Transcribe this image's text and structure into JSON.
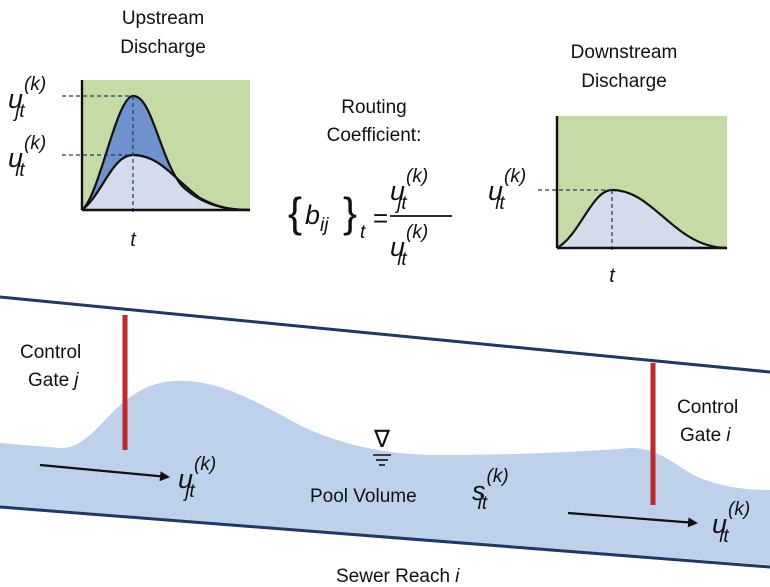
{
  "upstream": {
    "title_line1": "Upstream",
    "title_line2": "Discharge",
    "u_jt": {
      "base": "u",
      "sub": "jt",
      "sup": "(k)"
    },
    "u_it": {
      "base": "u",
      "sub": "it",
      "sup": "(k)"
    },
    "t_label": "t"
  },
  "routing": {
    "label_line1": "Routing",
    "label_line2": "Coefficient:",
    "lhs_base": "b",
    "lhs_sub": "ij",
    "lhs_outer_sub": "t",
    "equals": "=",
    "numerator": {
      "base": "u",
      "sub": "jt",
      "sup": "(k)"
    },
    "denominator": {
      "base": "u",
      "sub": "it",
      "sup": "(k)"
    }
  },
  "downstream": {
    "title_line1": "Downstream",
    "title_line2": "Discharge",
    "u_it": {
      "base": "u",
      "sub": "it",
      "sup": "(k)"
    },
    "t_label": "t"
  },
  "reach": {
    "gate_j_line1": "Control",
    "gate_j_line2": "Gate",
    "gate_j_var": "j",
    "gate_i_line1": "Control",
    "gate_i_line2": "Gate",
    "gate_i_var": "i",
    "inflow": {
      "base": "u",
      "sub": "jt",
      "sup": "(k)"
    },
    "outflow": {
      "base": "u",
      "sub": "it",
      "sup": "(k)"
    },
    "storage": {
      "base": "s",
      "sub": "it",
      "sup": "(k)"
    },
    "pool_label": "Pool Volume",
    "water_level_symbol": "∇",
    "reach_label": "Sewer Reach",
    "reach_var": "i"
  },
  "colors": {
    "panel_bg": "#c4dba6",
    "curve_fill_light": "#d4dceb",
    "curve_fill_dark": "#6f92cf",
    "water": "#bdd1ea",
    "pipe": "#1f3868",
    "gate": "#c1272d",
    "ink": "#111111"
  }
}
